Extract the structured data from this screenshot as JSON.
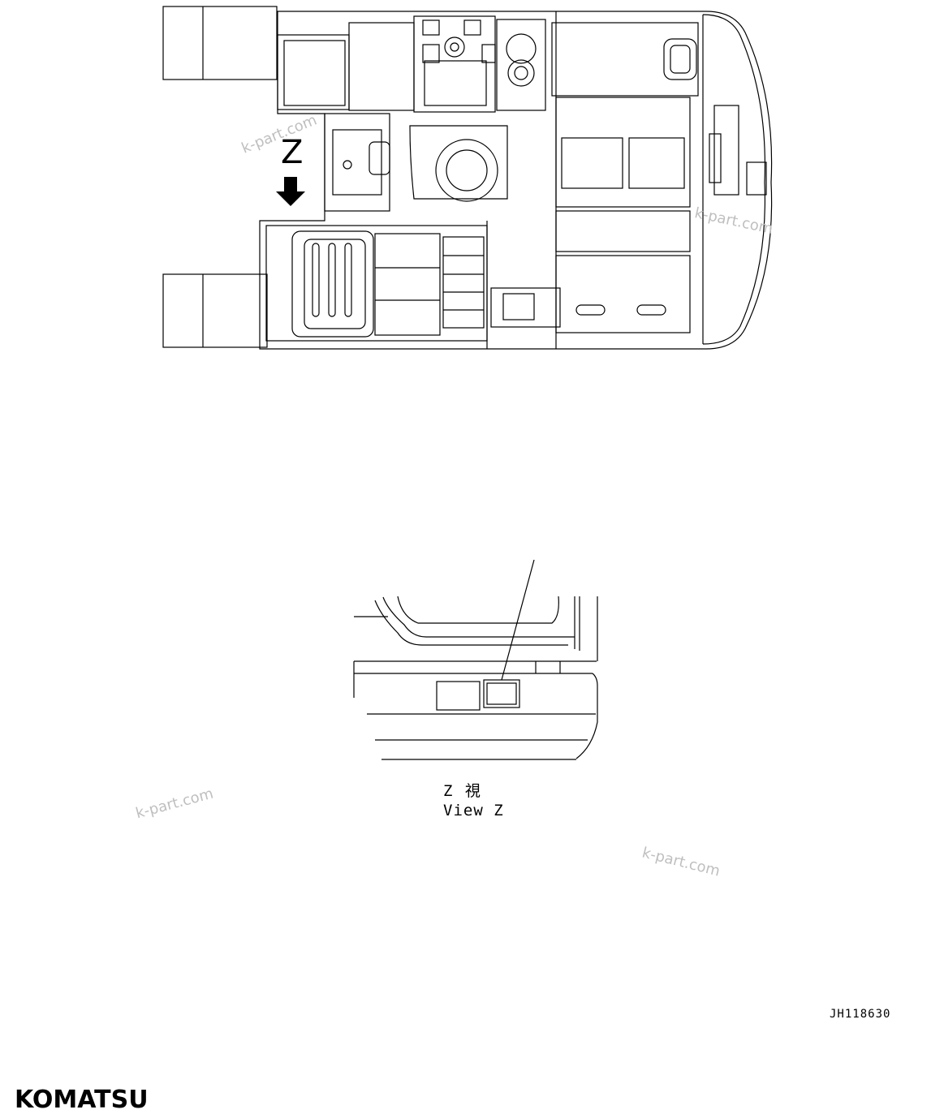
{
  "view_marker": {
    "letter": "Z"
  },
  "detail_view": {
    "title_line_1": "Z  視",
    "title_line_2": "View Z"
  },
  "drawing_number": "JH118630",
  "brand": "KOMATSU",
  "watermarks": [
    "k-part.com",
    "k-part.com",
    "k-part.com",
    "k-part.com"
  ]
}
